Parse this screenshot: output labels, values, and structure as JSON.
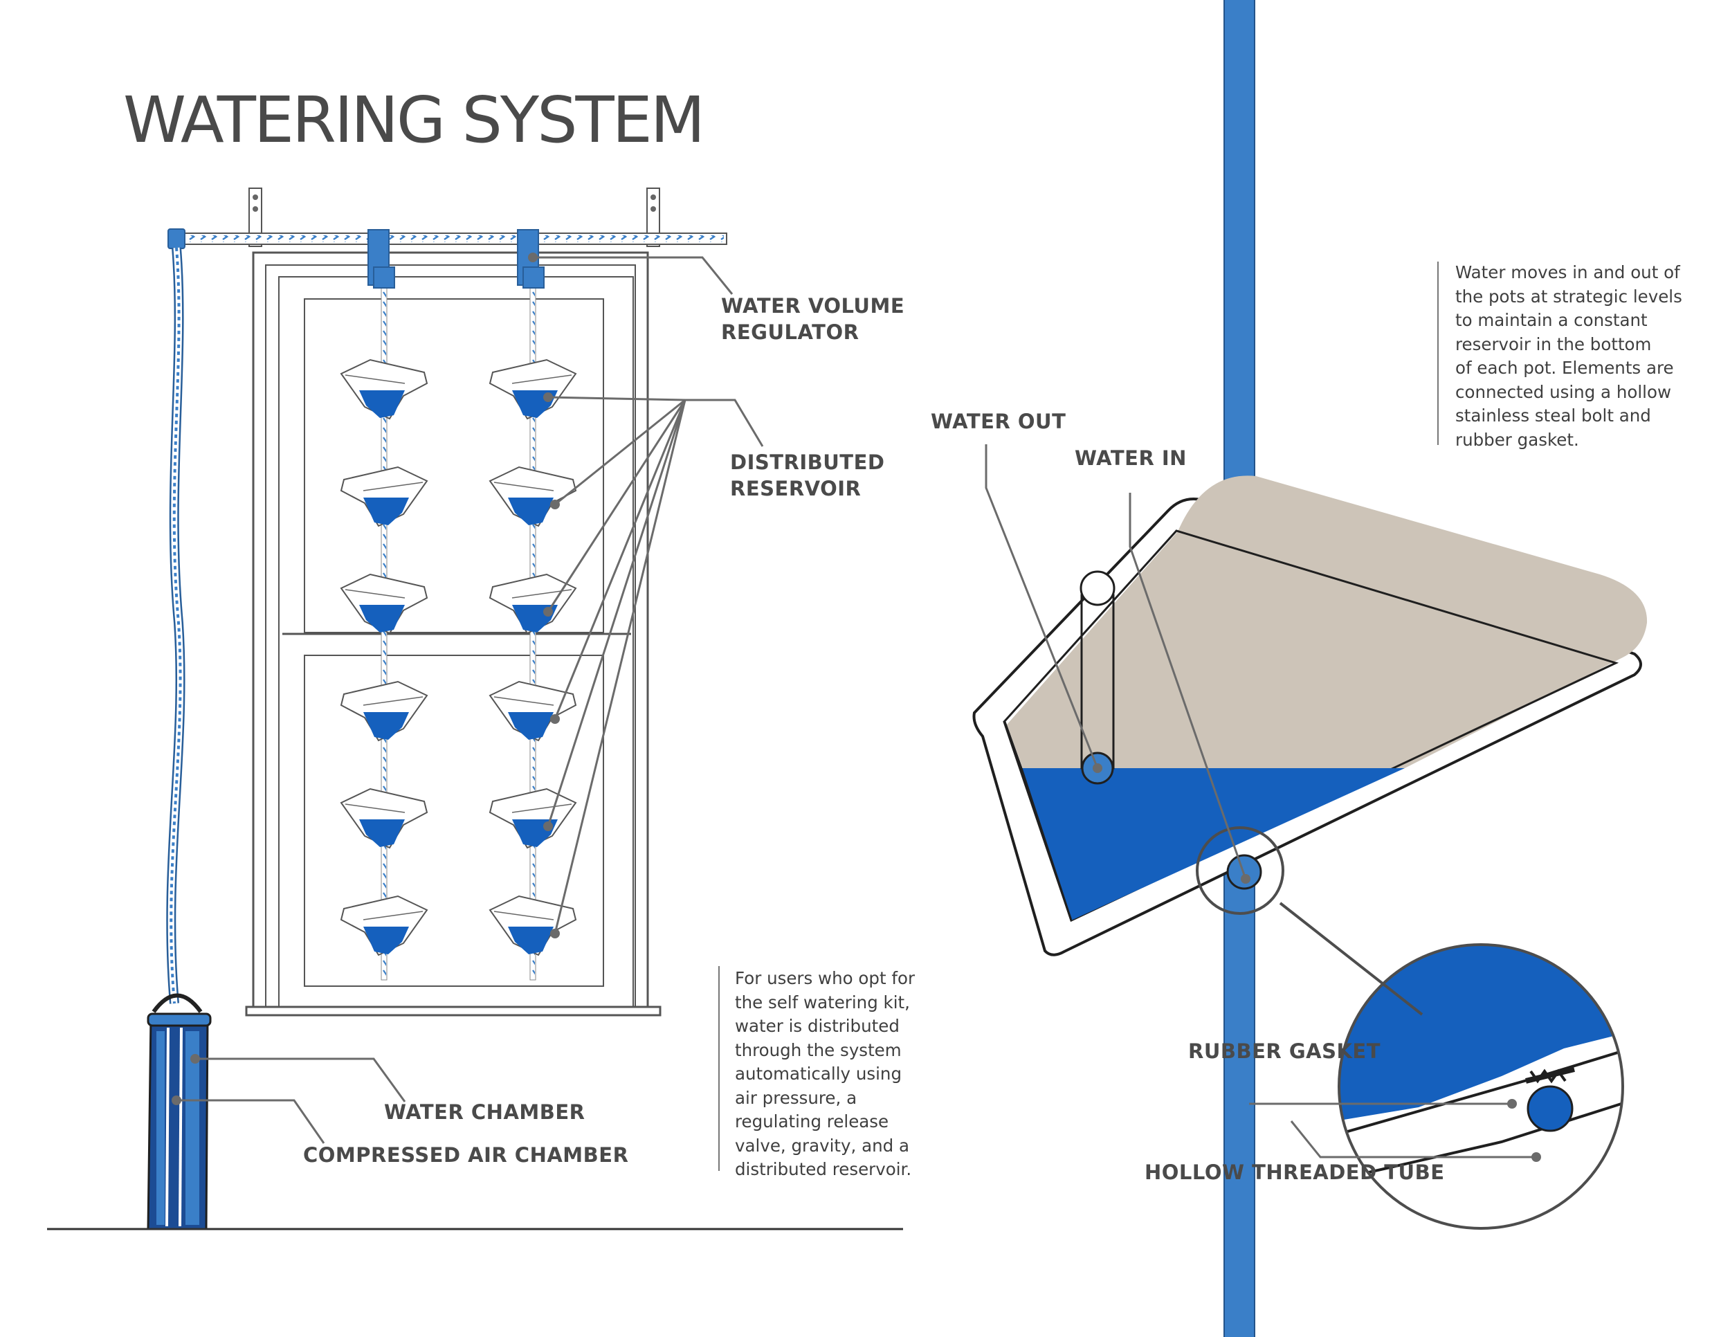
{
  "title": "WATERING SYSTEM",
  "colors": {
    "water": "#1560bd",
    "frame": "#3a7fc8",
    "soil": "#cdc4b8",
    "line": "#6b6b6b",
    "text": "#4a4a4a"
  },
  "labels": {
    "water_volume_regulator": [
      "WATER VOLUME",
      "REGULATOR"
    ],
    "distributed_reservoir": [
      "DISTRIBUTED",
      "RESERVOIR"
    ],
    "water_chamber": "WATER CHAMBER",
    "compressed_air_chamber": "COMPRESSED AIR CHAMBER",
    "water_out": "WATER OUT",
    "water_in": "WATER IN",
    "rubber_gasket": "RUBBER GASKET",
    "hollow_threaded_tube": "HOLLOW THREADED TUBE"
  },
  "notes": {
    "self_watering": [
      "For users who opt for",
      "the self watering kit,",
      "water is distributed",
      "through the system",
      "automatically using",
      "air pressure, a",
      "regulating release",
      "valve, gravity, and a",
      "distributed reservoir."
    ],
    "water_levels": [
      "Water moves in and out of",
      "the pots at strategic levels",
      "to maintain a constant",
      "reservoir in the bottom",
      "of each pot. Elements are",
      "connected using a hollow",
      "stainless steal bolt and",
      "rubber gasket."
    ]
  }
}
